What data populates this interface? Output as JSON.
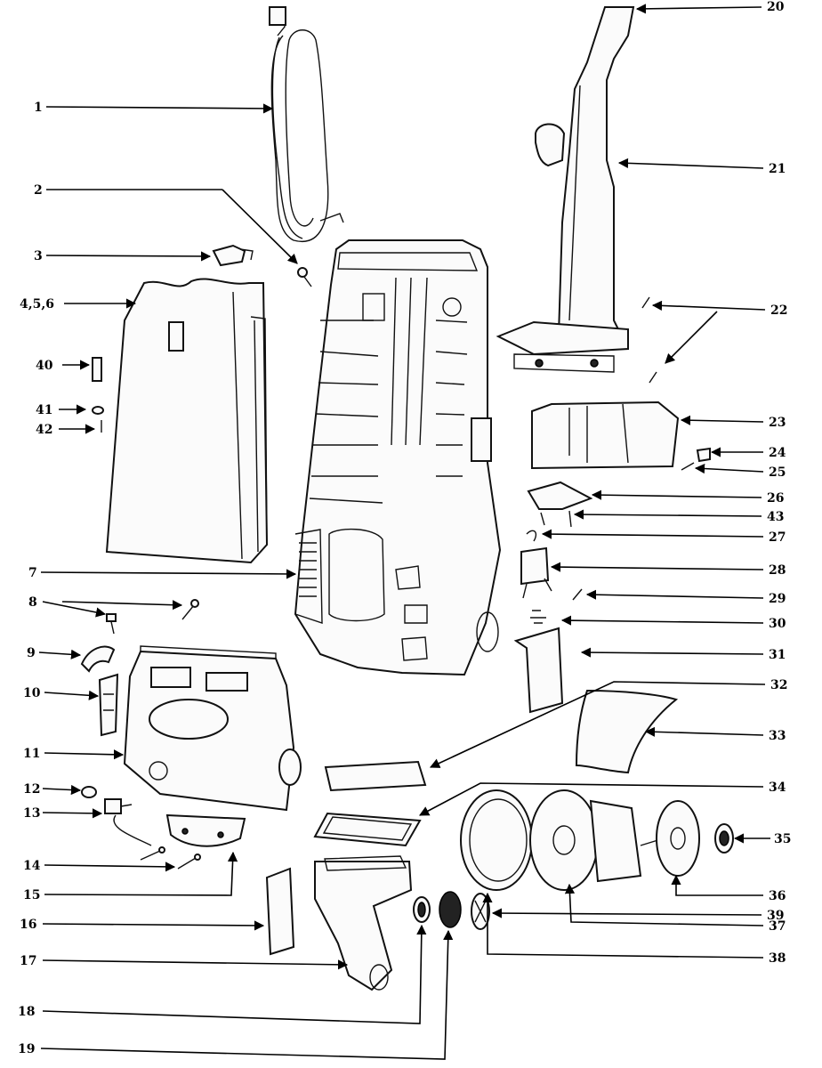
{
  "diagram": {
    "labels": [
      {
        "id": "1",
        "text": "1"
      },
      {
        "id": "2",
        "text": "2"
      },
      {
        "id": "3",
        "text": "3"
      },
      {
        "id": "4",
        "text": "4,5,6"
      },
      {
        "id": "40",
        "text": "40"
      },
      {
        "id": "41",
        "text": "41"
      },
      {
        "id": "42",
        "text": "42"
      },
      {
        "id": "7",
        "text": "7"
      },
      {
        "id": "8",
        "text": "8"
      },
      {
        "id": "9",
        "text": "9"
      },
      {
        "id": "10",
        "text": "10"
      },
      {
        "id": "11",
        "text": "11"
      },
      {
        "id": "12",
        "text": "12"
      },
      {
        "id": "13",
        "text": "13"
      },
      {
        "id": "14",
        "text": "14"
      },
      {
        "id": "15",
        "text": "15"
      },
      {
        "id": "16",
        "text": "16"
      },
      {
        "id": "17",
        "text": "17"
      },
      {
        "id": "18",
        "text": "18"
      },
      {
        "id": "19",
        "text": "19"
      },
      {
        "id": "20",
        "text": "20"
      },
      {
        "id": "21",
        "text": "21"
      },
      {
        "id": "22",
        "text": "22"
      },
      {
        "id": "23",
        "text": "23"
      },
      {
        "id": "24",
        "text": "24"
      },
      {
        "id": "25",
        "text": "25"
      },
      {
        "id": "26",
        "text": "26"
      },
      {
        "id": "43",
        "text": "43"
      },
      {
        "id": "27",
        "text": "27"
      },
      {
        "id": "28",
        "text": "28"
      },
      {
        "id": "29",
        "text": "29"
      },
      {
        "id": "30",
        "text": "30"
      },
      {
        "id": "31",
        "text": "31"
      },
      {
        "id": "32",
        "text": "32"
      },
      {
        "id": "33",
        "text": "33"
      },
      {
        "id": "34",
        "text": "34"
      },
      {
        "id": "35",
        "text": "35"
      },
      {
        "id": "36",
        "text": "36"
      },
      {
        "id": "37",
        "text": "37"
      },
      {
        "id": "38",
        "text": "38"
      },
      {
        "id": "39",
        "text": "39"
      }
    ]
  }
}
